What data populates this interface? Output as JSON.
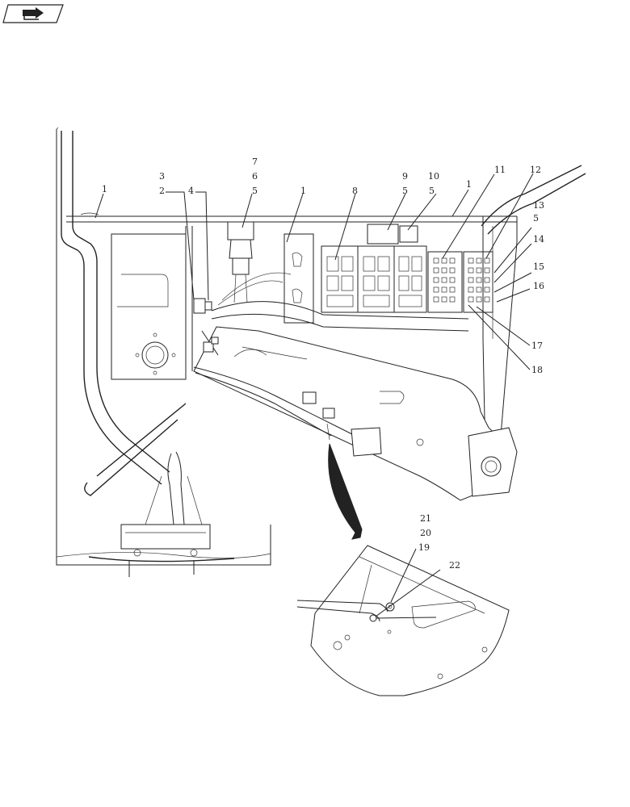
{
  "nav": {
    "icon": "next-page-arrow-icon"
  },
  "callouts": {
    "c1a": "1",
    "c3": "3",
    "c2": "2",
    "c4": "4",
    "c7": "7",
    "c6": "6",
    "c5a": "5",
    "c1b": "1",
    "c8": "8",
    "c9": "9",
    "c10": "10",
    "c5b": "5",
    "c5c": "5",
    "c1c": "1",
    "c11": "11",
    "c12": "12",
    "c13": "13",
    "c5d": "5",
    "c14": "14",
    "c15": "15",
    "c16": "16",
    "c17": "17",
    "c18": "18",
    "c21": "21",
    "c20": "20",
    "c19": "19",
    "c22": "22"
  }
}
